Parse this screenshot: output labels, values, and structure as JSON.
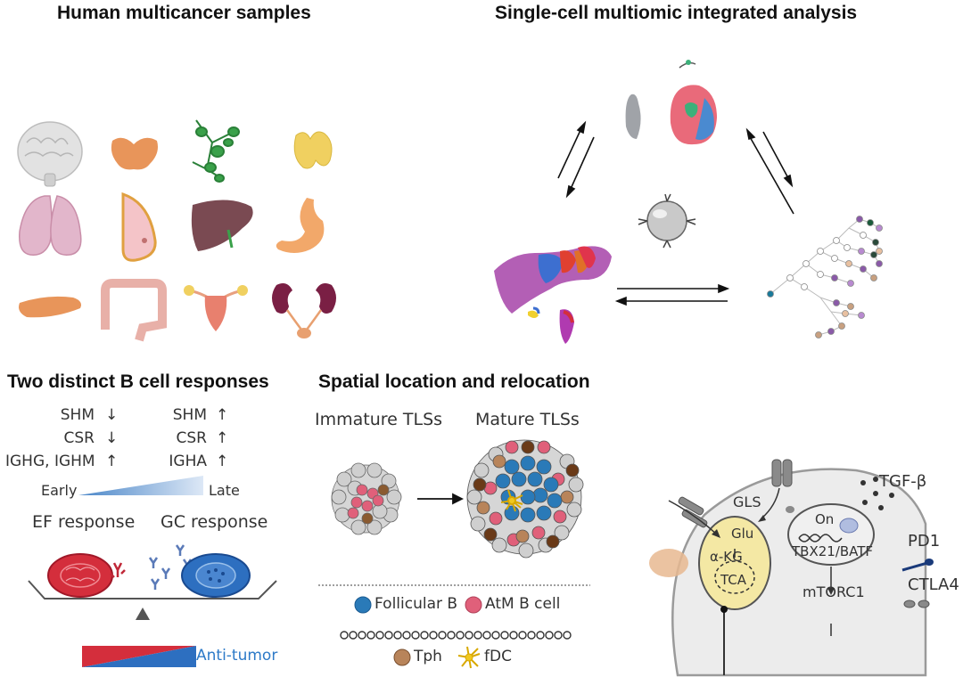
{
  "sections": {
    "samples_title": "Human multicancer samples",
    "multiomic_title": "Single-cell multiomic integrated analysis",
    "bcell_title": "Two distinct B cell responses",
    "spatial_title": "Spatial location and relocation"
  },
  "organs": [
    "brain",
    "thyroid",
    "lymph-nodes",
    "adrenal",
    "lungs",
    "breast",
    "liver",
    "stomach",
    "pancreas",
    "colon",
    "uterus",
    "kidneys"
  ],
  "bcell": {
    "left_rows": [
      {
        "label": "SHM",
        "arrow": "↓"
      },
      {
        "label": "CSR",
        "arrow": "↓"
      },
      {
        "label": "IGHG, IGHM",
        "arrow": "↑"
      }
    ],
    "right_rows": [
      {
        "label": "SHM",
        "arrow": "↑"
      },
      {
        "label": "CSR",
        "arrow": "↑"
      },
      {
        "label": "IGHA",
        "arrow": "↑"
      }
    ],
    "early": "Early",
    "late": "Late",
    "ef_response": "EF response",
    "gc_response": "GC response",
    "anti_tumor": "Anti-tumor"
  },
  "spatial": {
    "immature": "Immature TLSs",
    "mature": "Mature TLSs",
    "legend": {
      "follicular_b": "Follicular B",
      "atm_b": "AtM B cell",
      "tph": "Tph",
      "fdc": "fDC"
    }
  },
  "tcell": {
    "gls": "GLS",
    "glu": "Glu",
    "akg": "α-KG",
    "tca": "TCA",
    "on": "On",
    "tbx": "TBX21/BATF",
    "mtorc1": "mTORC1",
    "tgfb": "TGF-β",
    "pd1": "PD1",
    "ctla4": "CTLA4"
  },
  "colors": {
    "brain": "#d8d8d8",
    "orange_organ": "#e8955a",
    "lung": "#e3b3c9",
    "liver": "#7a4a52",
    "gradient_early": "#4a86c8",
    "red": "#d42e3c",
    "blue": "#2d6fc0",
    "follicular": "#2a7ab8",
    "atm": "#e0607a",
    "tph": "#b8845a",
    "fdc": "#e8c020",
    "anti_tumor_text": "#2d7ac8"
  }
}
